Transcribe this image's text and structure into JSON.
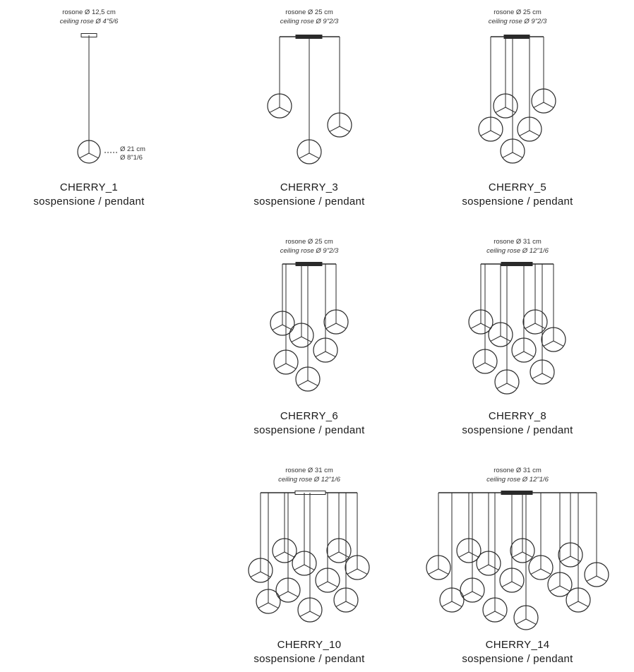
{
  "products": [
    {
      "id": "c1",
      "name": "CHERRY_1",
      "kind": "sospensione / pendant",
      "rose": "rosone Ø 12,5 cm",
      "ceiling": "ceiling rose Ø 4\"5/6",
      "dim_cm": "Ø 21 cm",
      "dim_in": "Ø 8\"1/6"
    },
    {
      "id": "c3",
      "name": "CHERRY_3",
      "kind": "sospensione / pendant",
      "rose": "rosone Ø 25 cm",
      "ceiling": "ceiling rose Ø 9\"2/3"
    },
    {
      "id": "c5",
      "name": "CHERRY_5",
      "kind": "sospensione / pendant",
      "rose": "rosone Ø 25 cm",
      "ceiling": "ceiling rose Ø 9\"2/3"
    },
    {
      "id": "c6",
      "name": "CHERRY_6",
      "kind": "sospensione / pendant",
      "rose": "rosone Ø 25 cm",
      "ceiling": "ceiling rose Ø 9\"2/3"
    },
    {
      "id": "c8",
      "name": "CHERRY_8",
      "kind": "sospensione / pendant",
      "rose": "rosone Ø 31 cm",
      "ceiling": "ceiling rose Ø 12\"1/6"
    },
    {
      "id": "c10",
      "name": "CHERRY_10",
      "kind": "sospensione / pendant",
      "rose": "rosone Ø 31 cm",
      "ceiling": "ceiling rose Ø 12\"1/6"
    },
    {
      "id": "c14",
      "name": "CHERRY_14",
      "kind": "sospensione / pendant",
      "rose": "rosone Ø 31 cm",
      "ceiling": "ceiling rose Ø 12\"1/6"
    }
  ]
}
